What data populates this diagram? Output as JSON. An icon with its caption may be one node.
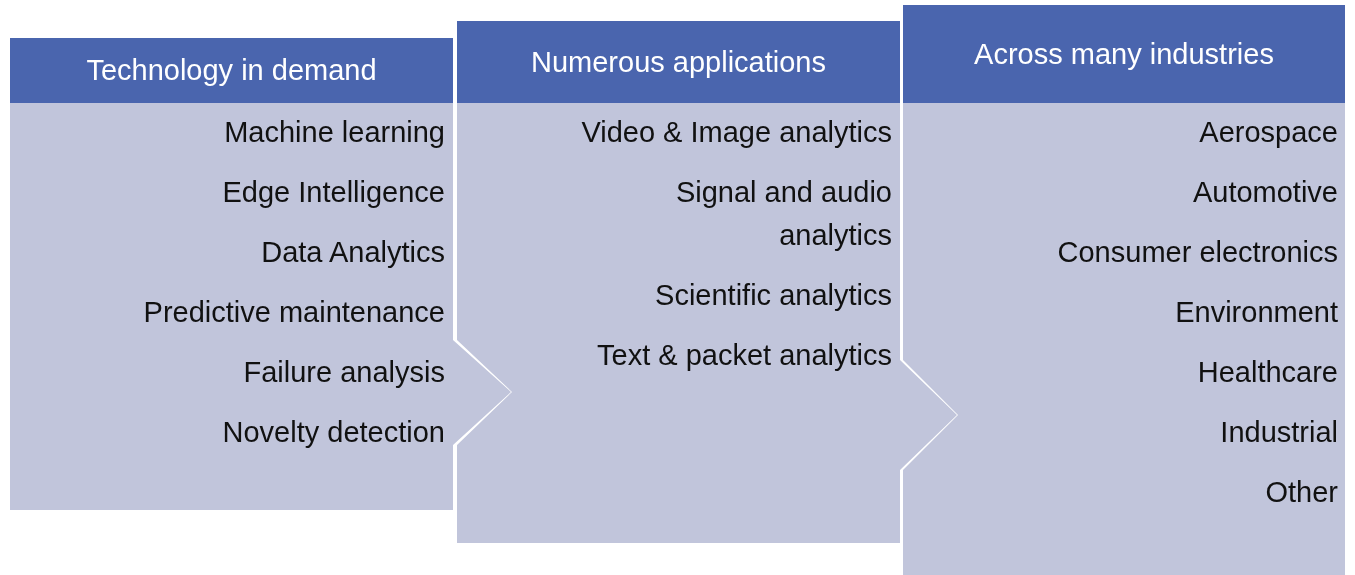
{
  "diagram": {
    "nodes": [
      {
        "text": [
          "Technology in demand"
        ]
      },
      {
        "text": [
          "Machine learning",
          "Edge Intelligence",
          "Data Analytics",
          "Predictive maintenance",
          "Failure analysis",
          "Novelty detection"
        ]
      },
      {
        "text": [
          "Numerous applications"
        ]
      },
      {
        "text": [
          "Video & Image analytics",
          "Signal and audio analytics",
          "Scientific analytics",
          "Text & packet analytics"
        ]
      },
      {
        "text": [
          "Across many industries"
        ]
      },
      {
        "text": [
          "Aerospace",
          "Automotive",
          "Consumer electronics",
          "Environment",
          "Healthcare",
          "Industrial",
          "Other"
        ]
      }
    ]
  }
}
